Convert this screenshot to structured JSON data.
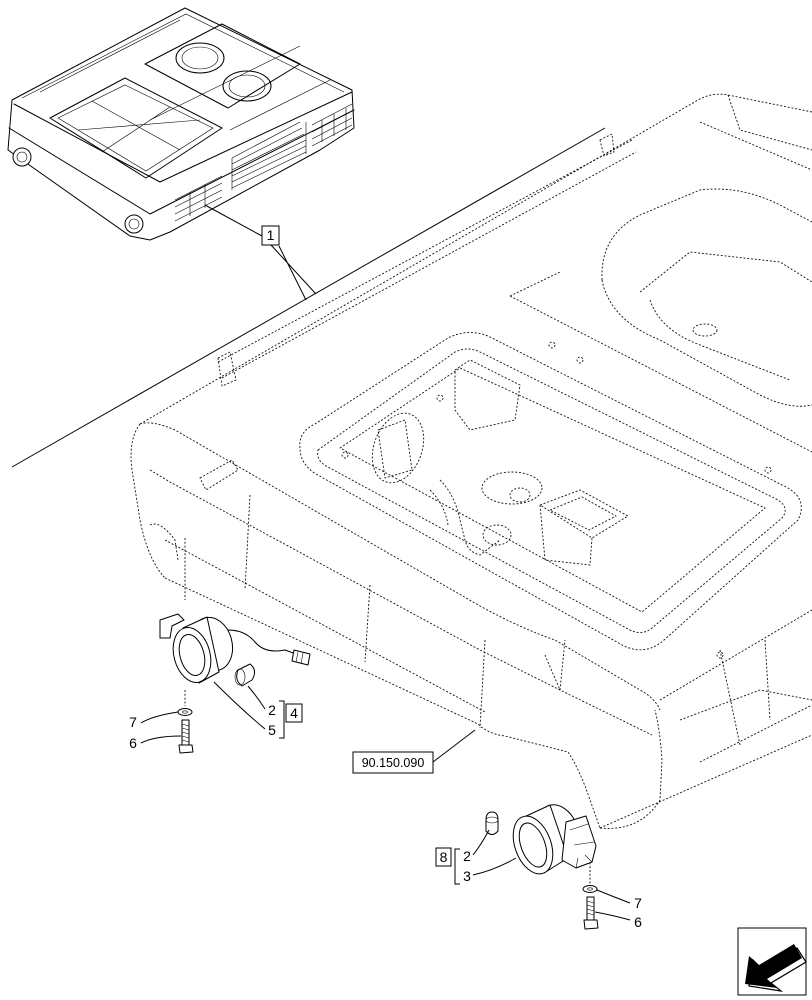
{
  "roof_callout": "1",
  "left_lamp": {
    "kit": "4",
    "bulb": "2",
    "housing": "5",
    "washer": "7",
    "screw": "6"
  },
  "right_lamp": {
    "kit": "8",
    "bulb": "2",
    "housing": "3",
    "washer": "7",
    "screw": "6"
  },
  "cross_reference": "90.150.090",
  "nav_icon": "arrow-icon",
  "colors": {
    "line": "#000000",
    "background": "#ffffff"
  }
}
